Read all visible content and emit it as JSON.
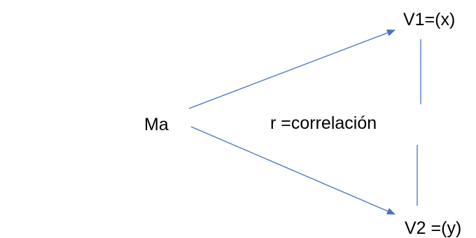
{
  "nodes": {
    "sample": "Ma",
    "variable_1": "V1=(x)",
    "variable_2": "V2 =(y)",
    "relation": "r =correlación"
  },
  "colors": {
    "line": "#4472C4",
    "text": "#000000"
  }
}
